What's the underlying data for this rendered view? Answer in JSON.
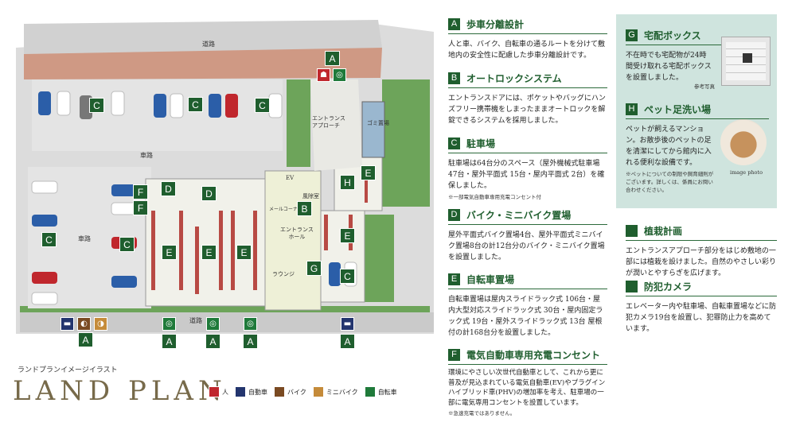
{
  "map": {
    "top_road": "道路",
    "bottom_road": "道路",
    "drive_label_1": "車路",
    "drive_label_2": "車路",
    "entrance_approach": "エントランス\nアプローチ",
    "garbage": "ゴミ置場",
    "ev": "EV",
    "wind_room": "風除室",
    "entrance_hall": "エントランス\nホール",
    "mail": "メールコーナー",
    "lounge": "ラウンジ",
    "subtitle": "ランドプランイメージイラスト",
    "title": "LAND PLAN"
  },
  "legend": [
    {
      "label": "人",
      "color": "#c0272d",
      "icon": "pedestrian-icon"
    },
    {
      "label": "自動車",
      "color": "#23356e",
      "icon": "car-icon"
    },
    {
      "label": "バイク",
      "color": "#7a4a22",
      "icon": "motorbike-icon"
    },
    {
      "label": "ミニバイク",
      "color": "#c58b3a",
      "icon": "minibike-icon"
    },
    {
      "label": "自転車",
      "color": "#1f7a3a",
      "icon": "bicycle-icon"
    }
  ],
  "sections": {
    "A": {
      "letter": "A",
      "title": "歩車分離設計",
      "body": "人と車、バイク、自転車の通るルートを分けて敷地内の安全性に配慮した歩車分離設計です。"
    },
    "B": {
      "letter": "B",
      "title": "オートロックシステム",
      "body": "エントランスドアには、ポケットやバッグにハンズフリー携帯機をしまったままオートロックを解錠できるシステムを採用しました。"
    },
    "C": {
      "letter": "C",
      "title": "駐車場",
      "body": "駐車場は64台分のスペース（屋外機械式駐車場 47台・屋外平面式 15台・屋内平面式 2台）を確保しました。",
      "note": "※一部電気自動車専用充電コンセント付"
    },
    "D": {
      "letter": "D",
      "title": "バイク・ミニバイク置場",
      "body": "屋外平面式バイク置場4台、屋外平面式ミニバイク置場8台の計12台分のバイク・ミニバイク置場を設置しました。"
    },
    "E": {
      "letter": "E",
      "title": "自転車置場",
      "body": "自転車置場は屋内スライドラック式 106台・屋内大型対応スライドラック式 30台・屋内固定ラック式 19台・屋外スライドラック式 13台 屋根付の計168台分を設置しました。"
    },
    "F": {
      "letter": "F",
      "title": "電気自動車専用充電コンセント",
      "body": "環境にやさしい次世代自動車として、これから更に普及が見込まれている電気自動車(EV)やプラグインハイブリッド車(PHV)の増加率を考え、駐車場の一部に電気専用コンセントを設置しています。",
      "note": "※急速充電ではありません。"
    },
    "G": {
      "letter": "G",
      "title": "宅配ボックス",
      "body": "不在時でも宅配物が24時間受け取れる宅配ボックスを設置しました。",
      "note": "参考写真"
    },
    "H": {
      "letter": "H",
      "title": "ペット足洗い場",
      "body": "ペットが飼えるマンション。お散歩後のペットの足を清潔にしてから館内に入れる便利な設備です。",
      "note": "※ペットについての制限や飼育細則がございます。詳しくは、係員にお問い合わせください。",
      "photo_note": "image photo"
    },
    "plant": {
      "title": "植栽計画",
      "body": "エントランスアプローチ部分をはじめ敷地の一部には植栽を設けました。自然のやさしい彩りが潤いとやすらぎを広げます。"
    },
    "camera": {
      "title": "防犯カメラ",
      "body": "エレベーター内や駐車場、自転車置場などに防犯カメラ19台を設置し、犯罪防止力を高めています。"
    }
  },
  "map_badges": [
    "A",
    "A",
    "A",
    "A",
    "A",
    "A",
    "B",
    "C",
    "C",
    "C",
    "C",
    "C",
    "C",
    "C",
    "D",
    "D",
    "E",
    "E",
    "E",
    "E",
    "E",
    "E",
    "F",
    "F",
    "G",
    "H"
  ]
}
